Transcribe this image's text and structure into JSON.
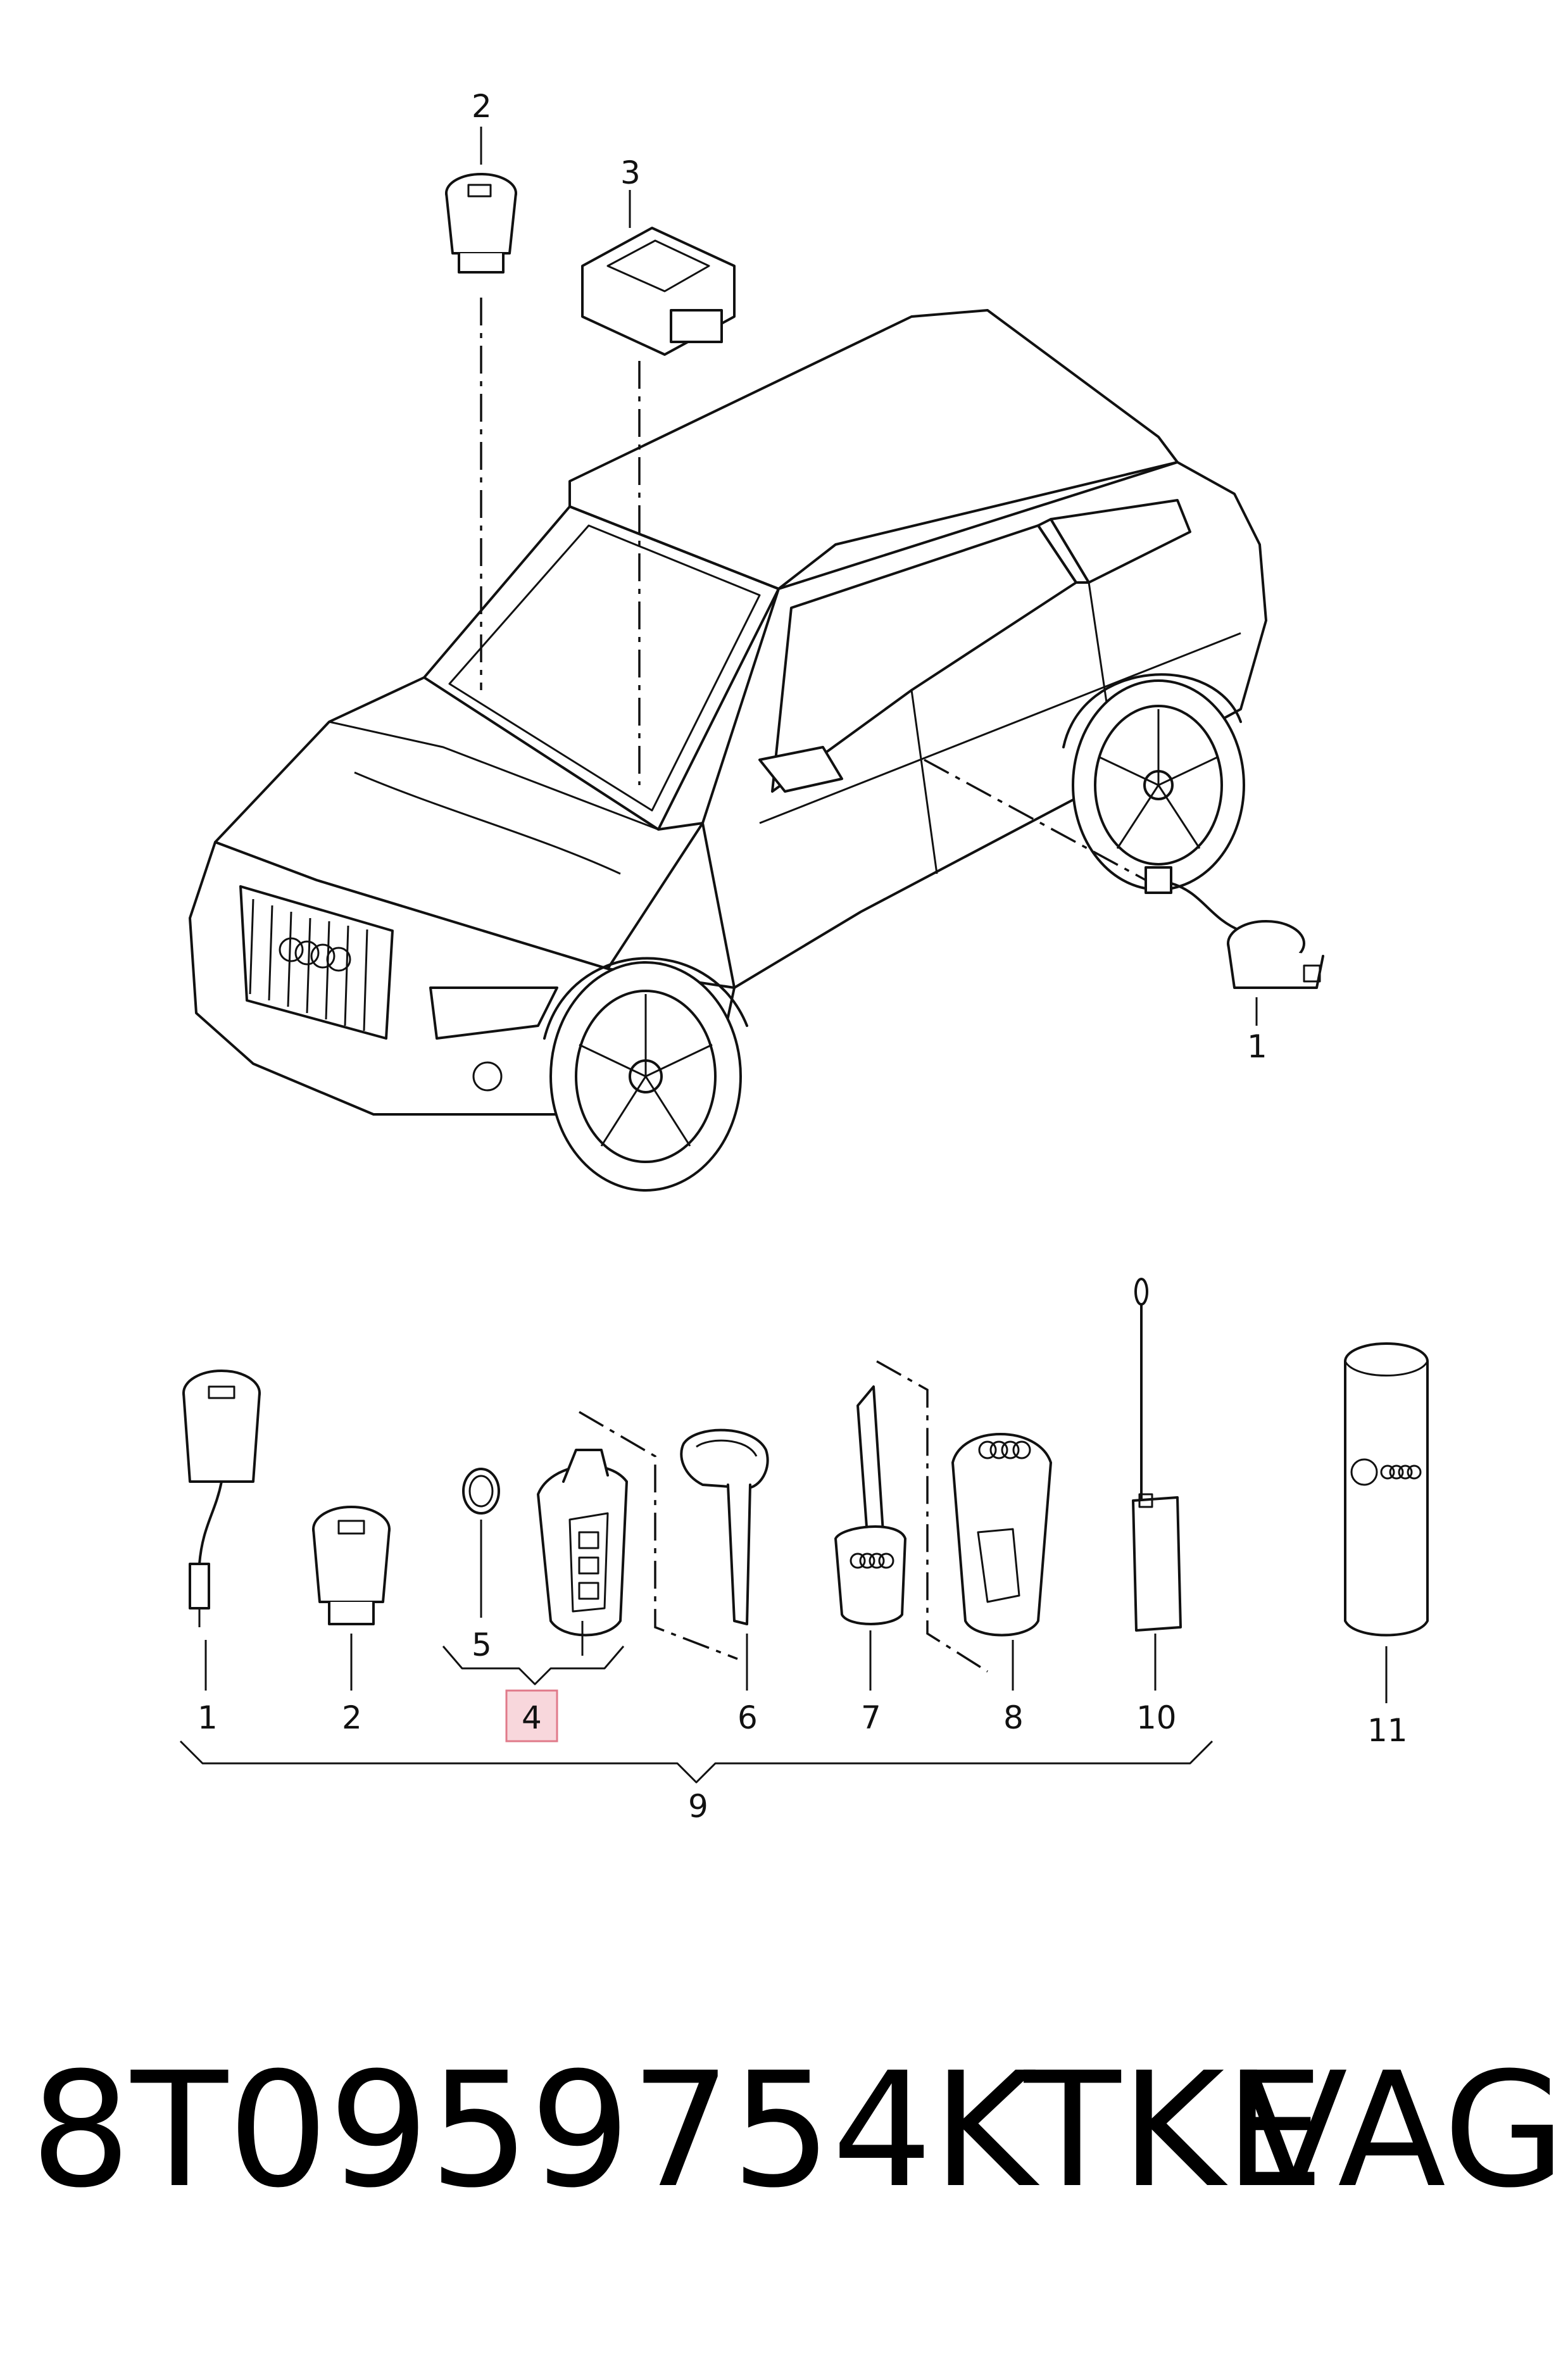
{
  "callouts_top": [
    "2",
    "3",
    "1"
  ],
  "callouts_bottom": [
    "1",
    "2",
    "5",
    "4",
    "6",
    "7",
    "8",
    "10",
    "11",
    "9"
  ],
  "highlight_color": "#f8d7dc",
  "highlight_border": "#e07a8a",
  "footer": {
    "part_number": "8T0959754KTKE",
    "brand": "VAG"
  }
}
